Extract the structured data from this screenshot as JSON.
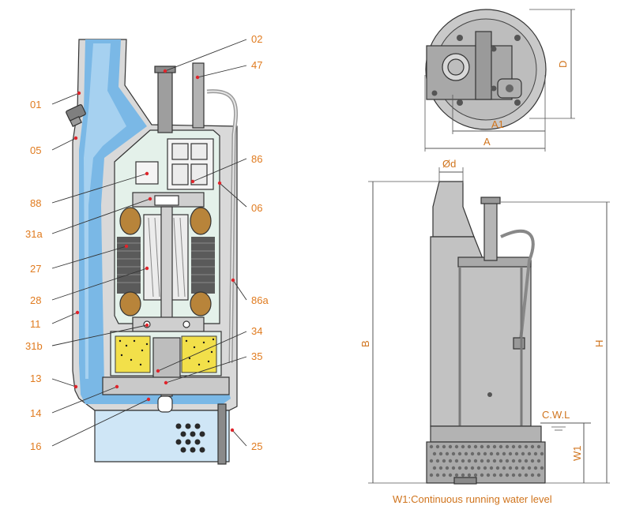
{
  "colors": {
    "label": "#e07b1f",
    "water": "#7ab8e6",
    "water_light": "#cfe6f6",
    "housing": "#d7d7d7",
    "chamber": "#e4f1ea",
    "stator": "#5a5a5a",
    "seal": "#f2e04a",
    "leader_dot": "#e0242b",
    "pump_body": "#bdbdbd"
  },
  "cutaway": {
    "parts": {
      "p02": "02",
      "p47": "47",
      "p01": "01",
      "p05": "05",
      "p86": "86",
      "p88": "88",
      "p06": "06",
      "p31a": "31a",
      "p27": "27",
      "p28": "28",
      "p86a": "86a",
      "p11": "11",
      "p34": "34",
      "p31b": "31b",
      "p35": "35",
      "p13": "13",
      "p14": "14",
      "p16": "16",
      "p25": "25"
    }
  },
  "dimensions": {
    "D": "D",
    "A1": "A1",
    "A": "A",
    "phi_d": "Ød",
    "B": "B",
    "H": "H",
    "CWL": "C.W.L",
    "W1": "W1"
  },
  "caption": "W1:Continuous running water level"
}
